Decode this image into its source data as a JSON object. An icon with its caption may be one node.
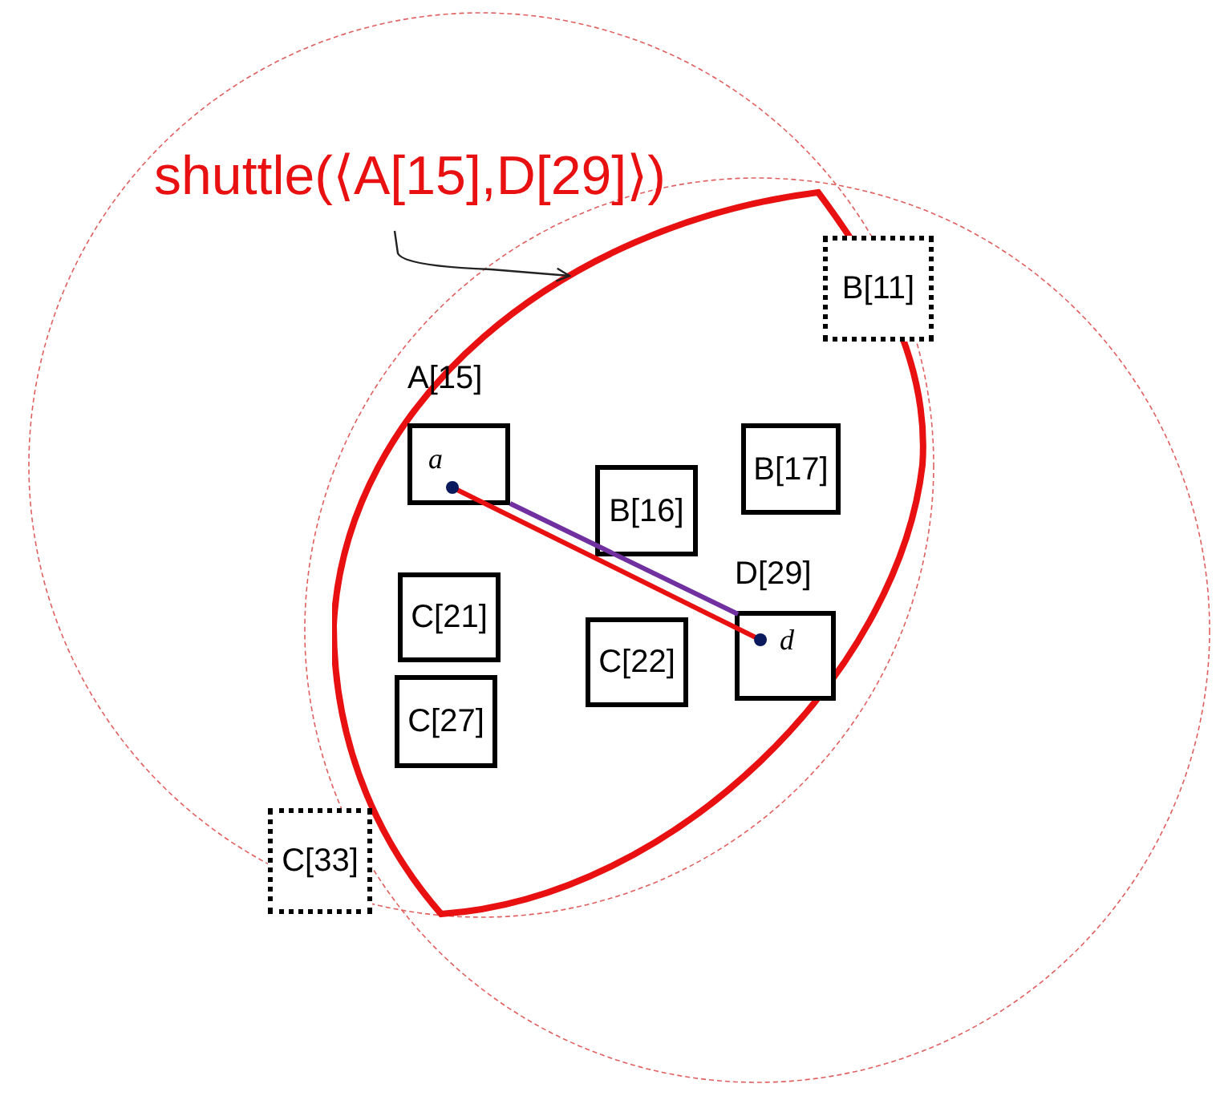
{
  "diagram": {
    "nodes": [
      {
        "text": [
          "shuttle(⟨A[15],D[29]⟩)"
        ]
      },
      {
        "text": [],
        "shape": "lens"
      },
      {
        "text": [
          "B[11]"
        ]
      },
      {
        "text": [
          "A[15]",
          "a"
        ],
        "in": 1
      },
      {
        "text": [
          "B[17]"
        ],
        "in": 1
      },
      {
        "text": [
          "B[16]"
        ],
        "in": 1
      },
      {
        "text": [
          "C[21]"
        ],
        "in": 1
      },
      {
        "text": [
          "C[22]"
        ],
        "in": 1
      },
      {
        "text": [
          "D[29]",
          "d"
        ],
        "in": 1
      },
      {
        "text": [
          "C[27]"
        ],
        "in": 1
      },
      {
        "text": [
          "C[33]"
        ]
      }
    ],
    "edges": [
      {
        "from": 0,
        "to": 1,
        "arrow": "to"
      },
      {
        "from": 3,
        "to": 8,
        "arrow": "none",
        "color": "#7030a0"
      },
      {
        "from": 3,
        "to": 8,
        "arrow": "none",
        "color": "#e81010"
      }
    ]
  }
}
